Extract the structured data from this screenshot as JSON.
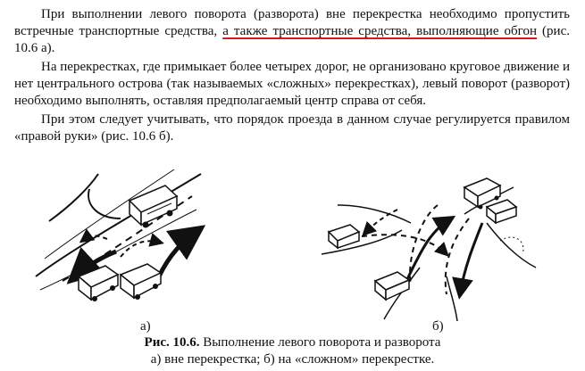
{
  "paragraphs": {
    "p1_before": "При выполнении левого поворота (разворота) вне перекрестка необходимо пропустить встречные транспортные средства, ",
    "p1_underlined": "а также транспортные средства, выполняющие обгон",
    "p1_after": " (рис. 10.6 а).",
    "p2": "На перекрестках, где примыкает более четырех дорог, не организовано круговое движение и нет центрального острова (так называемых «сложных» перекрестках), левый поворот (разворот) необходимо выполнять, оставляя предполагаемый центр справа от себя.",
    "p3": "При этом следует учитывать, что порядок проезда в данном случае регулируется правилом «правой руки» (рис. 10.6 б)."
  },
  "figure": {
    "label_a": "а)",
    "label_b": "б)",
    "caption_bold": "Рис. 10.6.",
    "caption_rest": " Выполнение левого поворота и разворота",
    "caption_line2": "а) вне перекрестка; б) на «сложном» перекрестке."
  },
  "colors": {
    "underline": "#d21c1c",
    "text": "#111111"
  }
}
